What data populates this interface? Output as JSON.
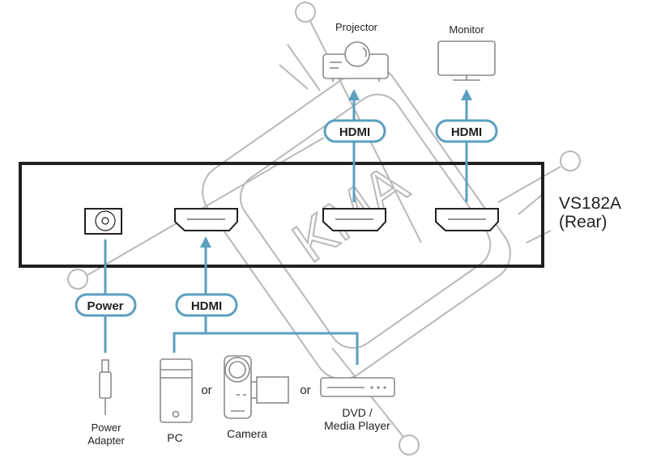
{
  "diagram": {
    "device": {
      "name": "VS182A",
      "view": "(Rear)"
    },
    "colors": {
      "cable": "#5b9fbf",
      "outline": "#231f20",
      "icon": "#8a8a8a",
      "watermark": "#b0b0b0"
    },
    "outputs": [
      {
        "label": "Projector",
        "cable": "HDMI"
      },
      {
        "label": "Monitor",
        "cable": "HDMI"
      }
    ],
    "inputs": {
      "power": {
        "cable": "Power",
        "device": [
          "Power",
          "Adapter"
        ]
      },
      "hdmi": {
        "cable": "HDMI",
        "sources": [
          {
            "label": "PC"
          },
          {
            "label": "Camera"
          },
          {
            "label": [
              "DVD /",
              "Media Player"
            ]
          }
        ],
        "separator": "or"
      }
    },
    "watermark": "KMA"
  }
}
